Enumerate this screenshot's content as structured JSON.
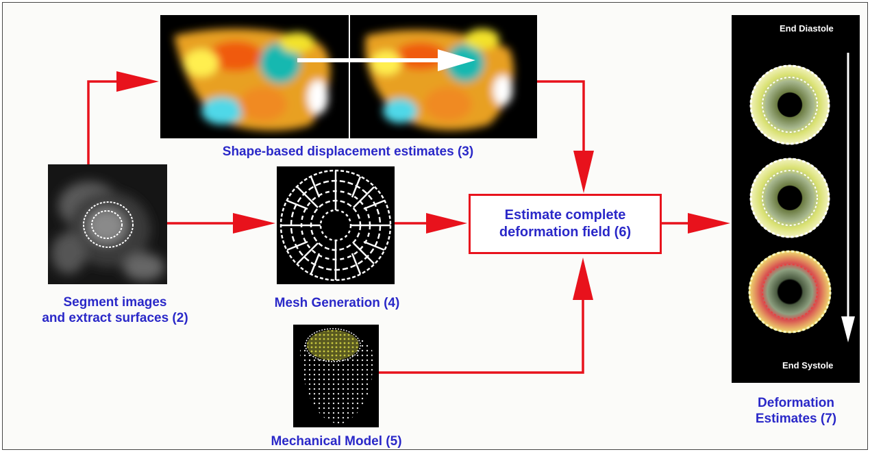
{
  "colors": {
    "arrow": "#e8121c",
    "label": "#2a28c8",
    "panel": "#000000"
  },
  "steps": {
    "segment": {
      "line1": "Segment images",
      "line2": "and extract surfaces (2)"
    },
    "shape": {
      "label": "Shape-based displacement estimates (3)"
    },
    "mesh": {
      "label": "Mesh Generation (4)"
    },
    "mechanical": {
      "label": "Mechanical Model (5)"
    },
    "estimate": {
      "line1": "Estimate complete",
      "line2": "deformation field (6)"
    },
    "deformation": {
      "line1": "Deformation",
      "line2": "Estimates (7)"
    }
  },
  "phases": {
    "start": "End Diastole",
    "end": "End Systole"
  }
}
